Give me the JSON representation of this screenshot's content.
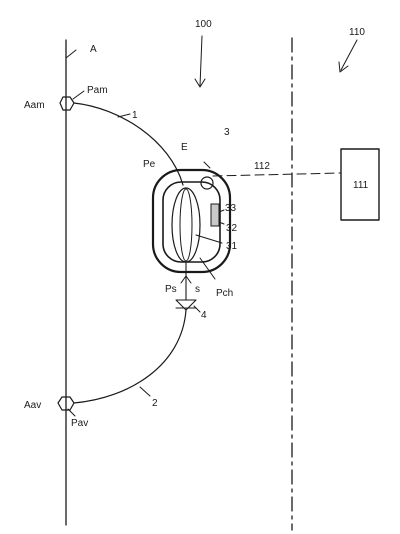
{
  "labels": {
    "fig_100": "100",
    "fig_110": "110",
    "line_a": "A",
    "aam": "Aam",
    "pam": "Pam",
    "tube_1": "1",
    "e": "E",
    "pe": "Pe",
    "device_3": "3",
    "link_112": "112",
    "box_111": "111",
    "n33": "33",
    "n32": "32",
    "n31": "31",
    "ps": "Ps",
    "s": "s",
    "pch": "Pch",
    "valve_4": "4",
    "tube_2": "2",
    "aav": "Aav",
    "pav": "Pav"
  },
  "colors": {
    "ink": "#1a1a1a",
    "background": "#ffffff"
  }
}
